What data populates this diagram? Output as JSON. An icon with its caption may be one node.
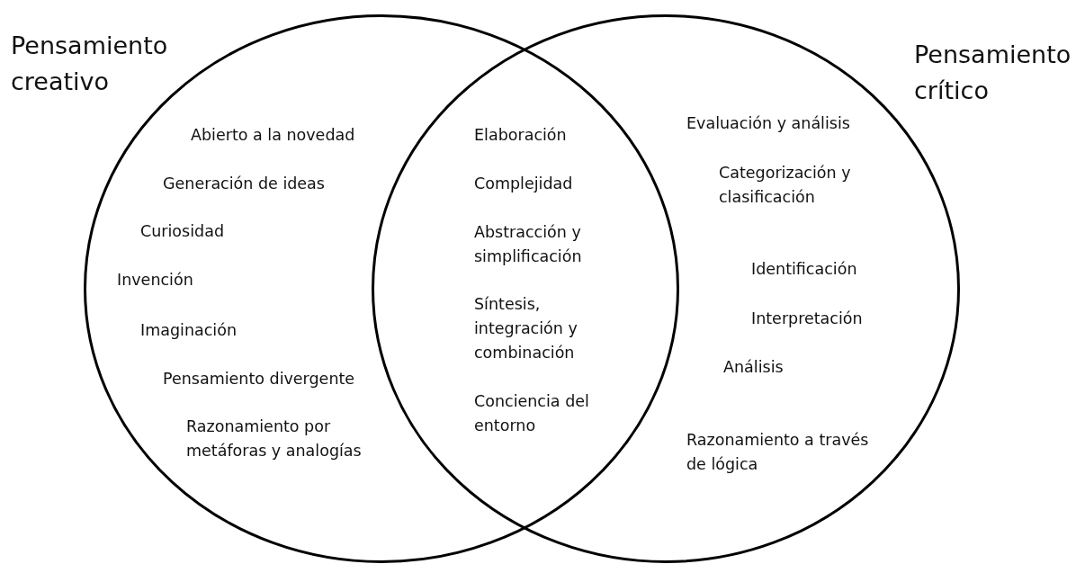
{
  "diagram": {
    "nodes": [
      {
        "text": [
          "Pensamiento creativo"
        ]
      },
      {
        "text": [
          "Pensamiento crítico"
        ]
      }
    ],
    "labels": [
      "Abierto a la novedad",
      "Generación de ideas",
      "Curiosidad",
      "Invención",
      "Imaginación",
      "Pensamiento divergente",
      "Razonamiento por metáforas y analogías",
      "Elaboración",
      "Complejidad",
      "Abstracción y simplificación",
      "Síntesis, integración y combinación",
      "Conciencia del entorno",
      "Evaluación y análisis",
      "Categorización y clasificación",
      "Identificación",
      "Interpretación",
      "Análisis",
      "Razonamiento a través de lógica"
    ]
  }
}
